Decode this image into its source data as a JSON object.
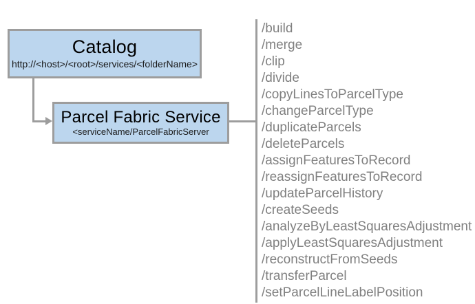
{
  "diagram": {
    "nodes": [
      {
        "title": "Catalog",
        "subtitle": "http://<host>/<root>/services/<folderName>"
      },
      {
        "title": "Parcel Fabric Service",
        "subtitle": "<serviceName/ParcelFabricServer"
      }
    ],
    "operations": [
      "/build",
      "/merge",
      "/clip",
      "/divide",
      "/copyLinesToParcelType",
      "/changeParcelType",
      "/duplicateParcels",
      "/deleteParcels",
      "/assignFeaturesToRecord",
      "/reassignFeaturesToRecord",
      "/updateParcelHistory",
      "/createSeeds",
      "/analyzeByLeastSquaresAdjustment",
      "/applyLeastSquaresAdjustment",
      "/reconstructFromSeeds",
      "/transferParcel",
      "/setParcelLineLabelPosition"
    ],
    "colors": {
      "node_fill": "#bcd6ee",
      "node_border": "#9d9d9d",
      "connector": "#9d9d9d",
      "operation_text": "#808080",
      "title_text": "#000000",
      "background": "#ffffff"
    }
  }
}
